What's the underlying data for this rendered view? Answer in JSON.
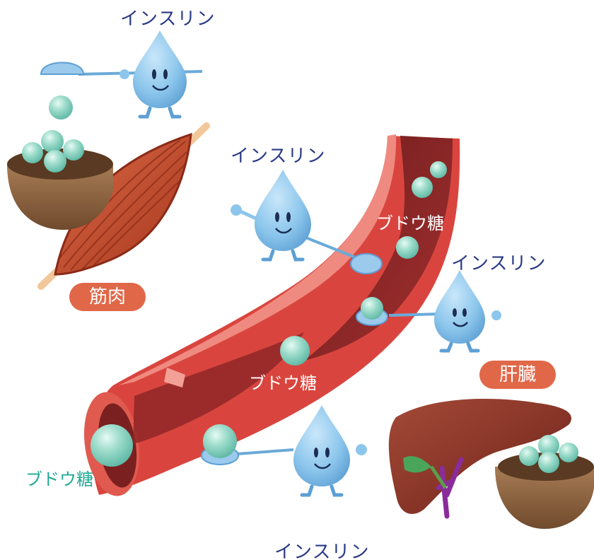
{
  "labels": {
    "insulin_top": "インスリン",
    "insulin_mid": "インスリン",
    "insulin_right": "インスリン",
    "insulin_bottom": "インスリン",
    "glucose_vessel_top": "ブドウ糖",
    "glucose_vessel_mid": "ブドウ糖",
    "glucose_outside": "ブドウ糖",
    "muscle": "筋肉",
    "liver": "肝臓"
  },
  "colors": {
    "insulin_text": "#2a3a86",
    "glucose_text_outside": "#20a894",
    "tag_background": "#e06848",
    "vessel": "#d9453e",
    "glucose_ball": "#8fd6c4",
    "insulin_drop": "#8cc6ec",
    "muscle": "#c24a2c",
    "liver": "#8a3326"
  },
  "icons": [
    "insulin-drop-character-icon",
    "ladle-icon",
    "glucose-ball-icon",
    "muscle-icon",
    "liver-icon",
    "bowl-icon",
    "blood-vessel-icon"
  ]
}
